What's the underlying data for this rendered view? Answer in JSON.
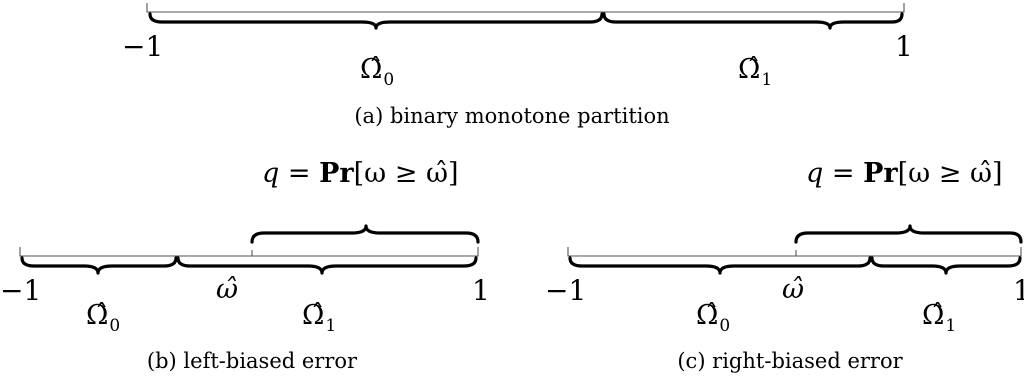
{
  "panel_a": {
    "caption": "(a) binary monotone partition",
    "left_end": "−1",
    "right_end": "1",
    "region0": {
      "base": "Ω̂",
      "sub": "0"
    },
    "region1": {
      "base": "Ω̂",
      "sub": "1"
    }
  },
  "panel_b": {
    "caption": "(b) left-biased error",
    "left_end": "−1",
    "right_end": "1",
    "threshold": "ω̂",
    "region0": {
      "base": "Ω̂",
      "sub": "0"
    },
    "region1": {
      "base": "Ω̂",
      "sub": "1"
    },
    "q_label": {
      "q": "q",
      "eq": " = ",
      "pr": "Pr",
      "expr": "[ω ≥ ω̂]"
    }
  },
  "panel_c": {
    "caption": "(c) right-biased error",
    "left_end": "−1",
    "right_end": "1",
    "threshold": "ω̂",
    "region0": {
      "base": "Ω̂",
      "sub": "0"
    },
    "region1": {
      "base": "Ω̂",
      "sub": "1"
    },
    "q_label": {
      "q": "q",
      "eq": " = ",
      "pr": "Pr",
      "expr": "[ω ≥ ω̂]"
    }
  }
}
